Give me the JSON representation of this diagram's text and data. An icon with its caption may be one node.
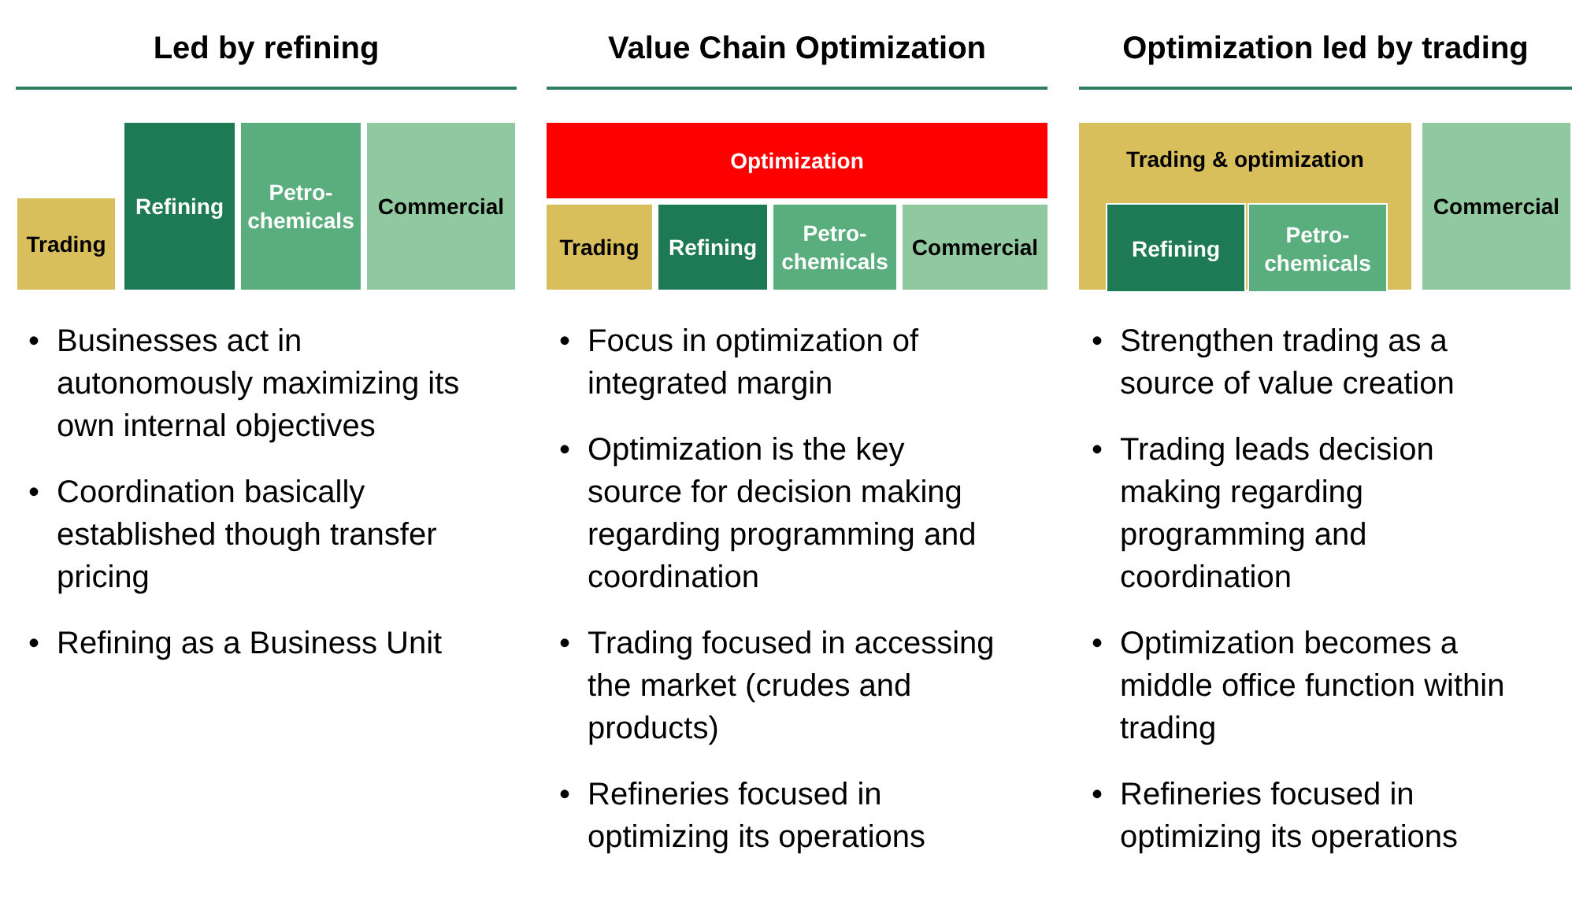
{
  "diagram": {
    "nodes": [
      {
        "text": [
          "Trading"
        ]
      },
      {
        "text": [
          "Refining"
        ]
      },
      {
        "text": [
          "Petro-chemicals"
        ]
      },
      {
        "text": [
          "Commercial"
        ]
      },
      {
        "text": [
          "Optimization"
        ]
      },
      {
        "text": [
          "Trading"
        ]
      },
      {
        "text": [
          "Refining"
        ]
      },
      {
        "text": [
          "Petro-chemicals"
        ]
      },
      {
        "text": [
          "Commercial"
        ]
      },
      {
        "text": [
          "Trading & optimization"
        ]
      },
      {
        "text": [
          "Refining"
        ],
        "in": 9
      },
      {
        "text": [
          "Petro-chemicals"
        ],
        "in": 9
      },
      {
        "text": [
          "Commercial"
        ]
      }
    ],
    "edges": [],
    "labels": [
      "Led by refining",
      "Value Chain Optimization",
      "Optimization led by trading",
      "•",
      "Businesses act in autonomously maximizing its own internal objectives",
      "•",
      "Coordination basically established though transfer pricing",
      "•",
      "Refining as a Business Unit",
      "•",
      "Focus in optimization of integrated margin",
      "•",
      "Optimization is the key source for decision making regarding programming and coordination",
      "•",
      "Trading focused in accessing the market (crudes and products)",
      "•",
      "Refineries focused in optimizing its operations",
      "•",
      "Strengthen trading as a source of value creation",
      "•",
      "Trading leads decision making regarding programming and coordination",
      "•",
      "Optimization becomes a middle office function within trading",
      "•",
      "Refineries focused in optimizing its operations"
    ]
  }
}
